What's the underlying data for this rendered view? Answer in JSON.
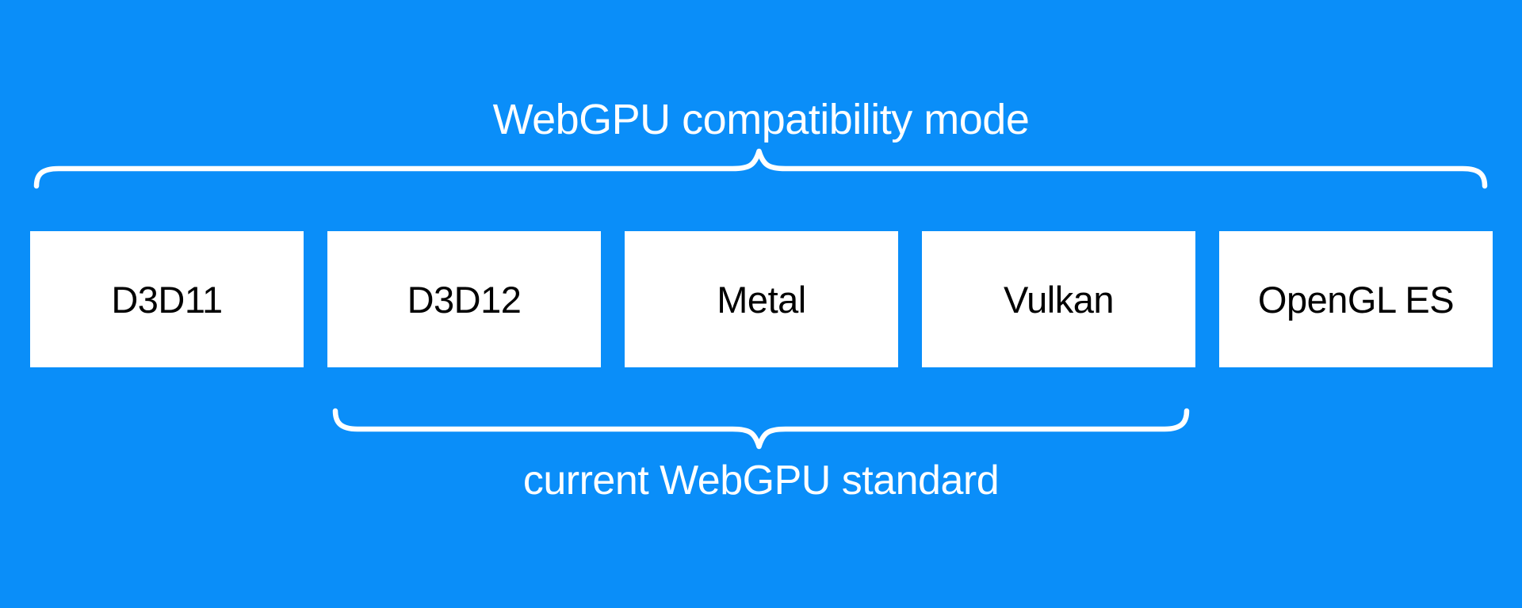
{
  "diagram": {
    "top_annotation": {
      "label": "WebGPU compatibility mode"
    },
    "bottom_annotation": {
      "label": "current WebGPU standard"
    },
    "boxes": [
      {
        "label": "D3D11"
      },
      {
        "label": "D3D12"
      },
      {
        "label": "Metal"
      },
      {
        "label": "Vulkan"
      },
      {
        "label": "OpenGL ES"
      }
    ],
    "top_brace_spans": [
      "D3D11",
      "D3D12",
      "Metal",
      "Vulkan",
      "OpenGL ES"
    ],
    "bottom_brace_spans": [
      "D3D12",
      "Metal",
      "Vulkan"
    ],
    "colors": {
      "background": "#0A8EF9",
      "box_fill": "#FFFFFF",
      "box_text": "#000000",
      "annotation_text": "#FFFFFF",
      "brace_stroke": "#FFFFFF"
    }
  }
}
